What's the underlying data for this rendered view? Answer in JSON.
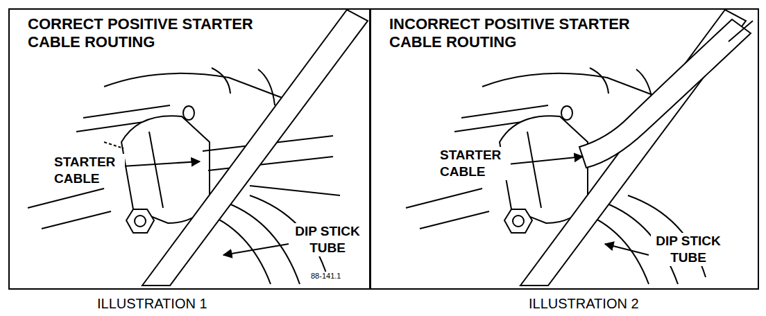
{
  "diagram": {
    "nodes": [
      {
        "text": [
          "CORRECT POSITIVE STARTER CABLE ROUTING"
        ]
      },
      {
        "text": [
          "INCORRECT POSITIVE STARTER CABLE ROUTING"
        ]
      }
    ],
    "labels": [
      "STARTER CABLE",
      "DIP STICK TUBE",
      "88-141.1",
      "STARTER CABLE",
      "DIP STICK TUBE",
      "ILLUSTRATION 1",
      "ILLUSTRATION 2"
    ]
  }
}
